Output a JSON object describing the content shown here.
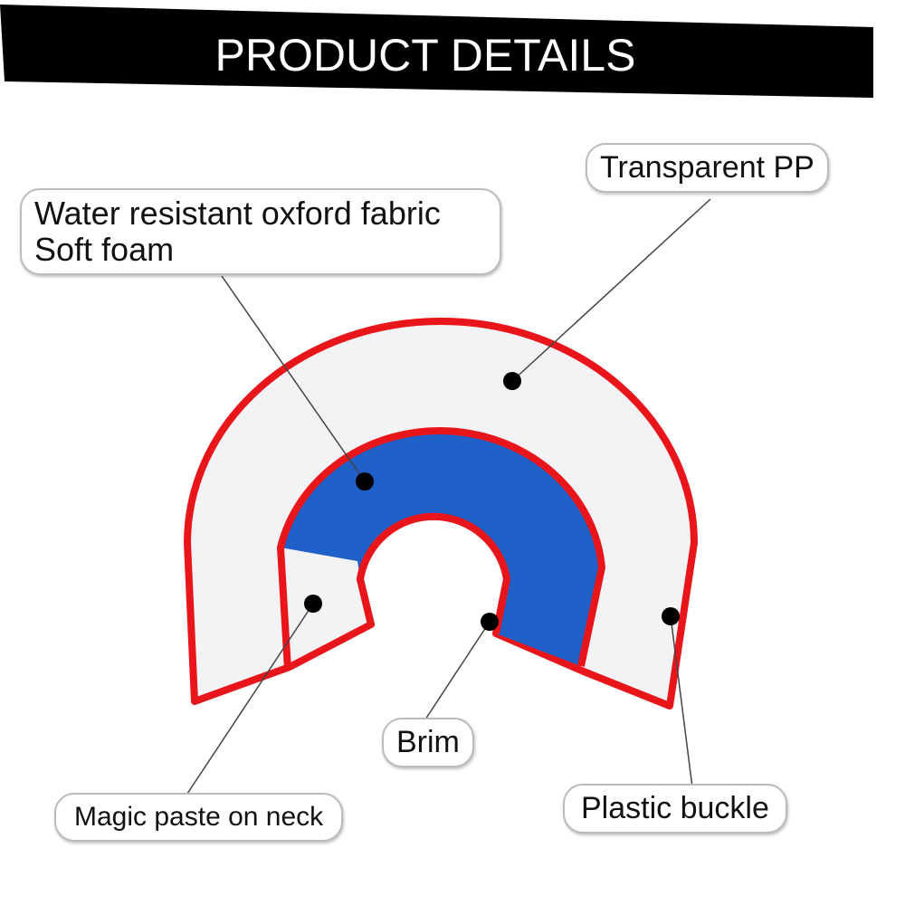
{
  "header": {
    "title": "PRODUCT DETAILS"
  },
  "labels": {
    "fabric_line1": "Water resistant oxford fabric",
    "fabric_line2": "Soft foam",
    "transparent": "Transparent PP",
    "brim": "Brim",
    "magic": "Magic paste on neck",
    "buckle": "Plastic buckle"
  },
  "colors": {
    "outline": "#e8161b",
    "foam": "#1f5fc8",
    "pp": "#f3f3f5",
    "banner": "#000000"
  }
}
